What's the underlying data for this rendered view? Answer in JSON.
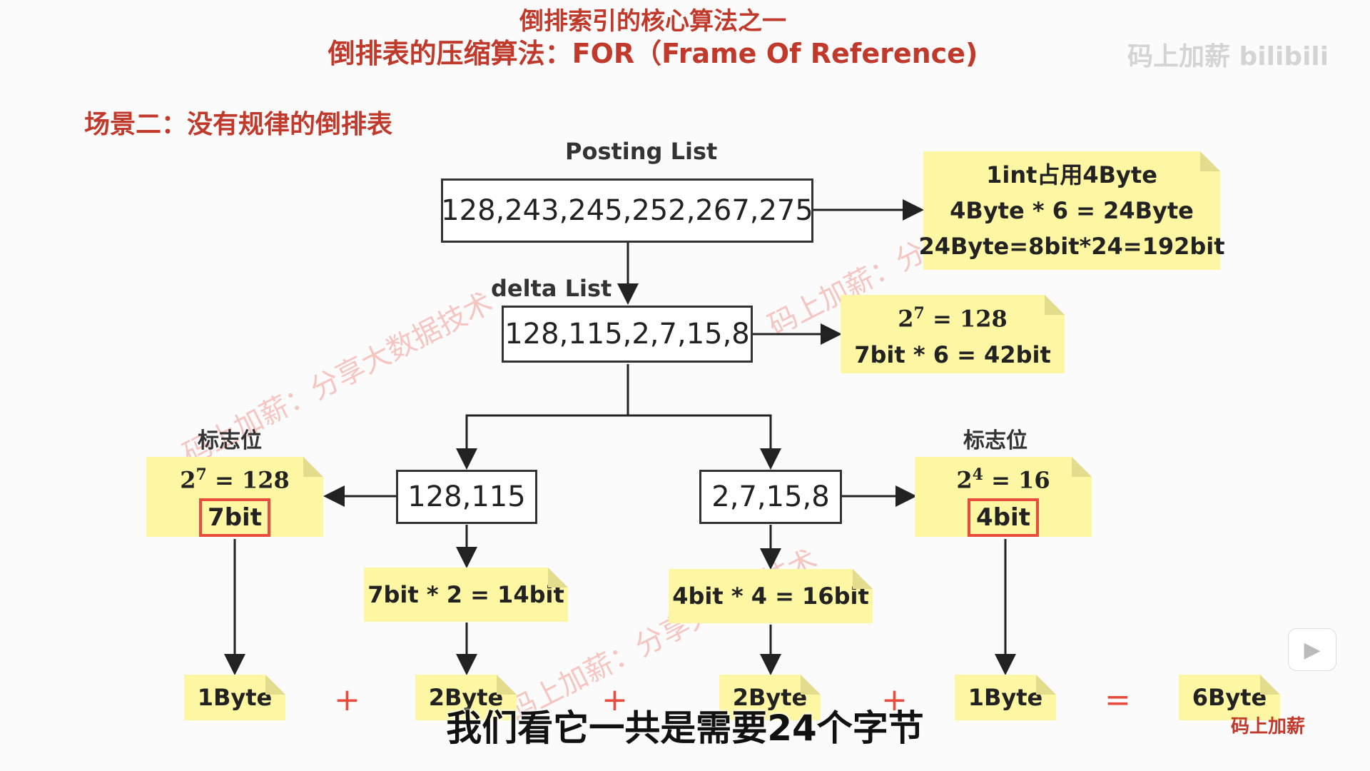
{
  "title": {
    "line1": "倒排索引的核心算法之一",
    "line2": "倒排表的压缩算法：FOR（Frame Of Reference)"
  },
  "scene": "场景二：没有规律的倒排表",
  "posting": {
    "label": "Posting List",
    "values": "128,243,245,252,267,275"
  },
  "info_note": {
    "line1": "1int占用4Byte",
    "line2": "4Byte * 6 = 24Byte",
    "line3": "24Byte=8bit*24=192bit"
  },
  "delta": {
    "label": "delta List",
    "values": "128,115,2,7,15,8"
  },
  "delta_note": {
    "math_base": "2",
    "math_exp": "7",
    "math_rest": " = 128",
    "line2": "7bit * 6 = 42bit"
  },
  "left_branch": {
    "values": "128,115",
    "flag_label": "标志位",
    "math_base": "2",
    "math_exp": "7",
    "math_rest": " = 128",
    "bit": "7bit",
    "calc": "7bit * 2 = 14bit"
  },
  "right_branch": {
    "values": "2,7,15,8",
    "flag_label": "标志位",
    "math_base": "2",
    "math_exp": "4",
    "math_rest": " = 16",
    "bit": "4bit",
    "calc": "4bit * 4 = 16bit"
  },
  "sum": {
    "b1": "1Byte",
    "b2": "2Byte",
    "b3": "2Byte",
    "b4": "1Byte",
    "total": "6Byte",
    "plus": "+",
    "equals": "="
  },
  "subtitle": "我们看它一共是需要24个字节",
  "watermark": "码上加薪：分享大数据技术",
  "channel_logo": "码上加薪 bilibili",
  "corner_mark": "码上加薪",
  "colors": {
    "title_red": "#c0392b",
    "note_yellow": "#fdf6a3",
    "highlight_red": "#e74c3c"
  }
}
